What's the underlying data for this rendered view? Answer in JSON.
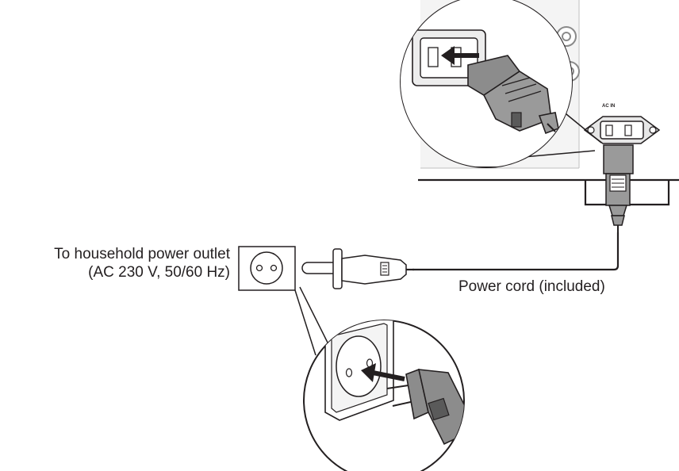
{
  "labels": {
    "outlet_line1": "To household power outlet",
    "outlet_line2": "(AC 230 V, 50/60 Hz)",
    "power_cord": "Power cord (included)",
    "ac_in": "AC IN"
  },
  "colors": {
    "line": "#231f20",
    "plug_body": "#8c8c8c",
    "plug_dark": "#5a5a5a",
    "panel": "#f2f2f2",
    "arrow": "#231f20"
  },
  "icons": [
    "power-outlet-icon",
    "euro-plug-icon",
    "iec-connector-icon",
    "ac-inlet-icon",
    "arrow-icon"
  ]
}
